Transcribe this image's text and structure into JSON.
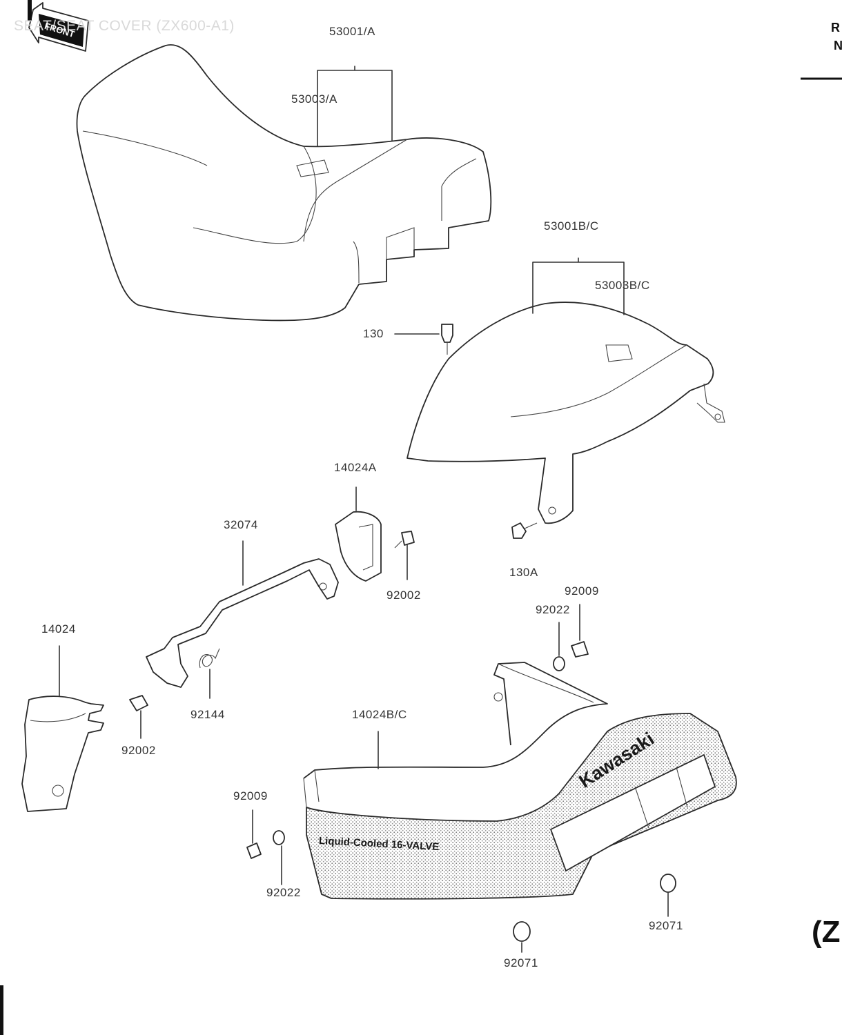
{
  "header": {
    "title": "SEAT/SEAT COVER (ZX600-A1)"
  },
  "front_tag": "FRONT",
  "labels": {
    "l53001A": "53001/A",
    "l53003A": "53003/A",
    "l53001BC": "53001B/C",
    "l53003BC": "53003B/C",
    "l130": "130",
    "l130A": "130A",
    "l14024A": "14024A",
    "l32074": "32074",
    "l92002a": "92002",
    "l92009a": "92009",
    "l92022a": "92022",
    "l14024": "14024",
    "l92144": "92144",
    "l92002b": "92002",
    "l14024BC": "14024B/C",
    "l92009b": "92009",
    "l92022b": "92022",
    "l92071a": "92071",
    "l92071b": "92071"
  },
  "decals": {
    "brand": "Kawasaki",
    "engine": "Liquid-Cooled 16-VALVE"
  },
  "right_edge": {
    "r_top": "R",
    "r_next": "N",
    "r_bottom": "(Z"
  }
}
